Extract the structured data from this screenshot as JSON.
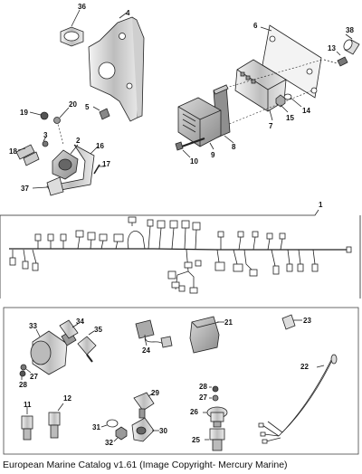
{
  "caption": "European Marine Catalog v1.61 (Image Copyright- Mercury Marine)",
  "callouts": {
    "n36": "36",
    "n4": "4",
    "n6": "6",
    "n38": "38",
    "n13": "13",
    "n19": "19",
    "n20": "20",
    "n5": "5",
    "n14": "14",
    "n15": "15",
    "n7": "7",
    "n18": "18",
    "n3": "3",
    "n2": "2",
    "n16": "16",
    "n17": "17",
    "n37": "37",
    "n8": "8",
    "n9": "9",
    "n10": "10",
    "n1": "1",
    "n33": "33",
    "n34": "34",
    "n35": "35",
    "n24": "24",
    "n21": "21",
    "n23": "23",
    "n27a": "27",
    "n28a": "28",
    "n22": "22",
    "n11": "11",
    "n12": "12",
    "n29": "29",
    "n31": "31",
    "n32": "32",
    "n30": "30",
    "n28b": "28",
    "n27b": "27",
    "n26": "26",
    "n25": "25"
  }
}
